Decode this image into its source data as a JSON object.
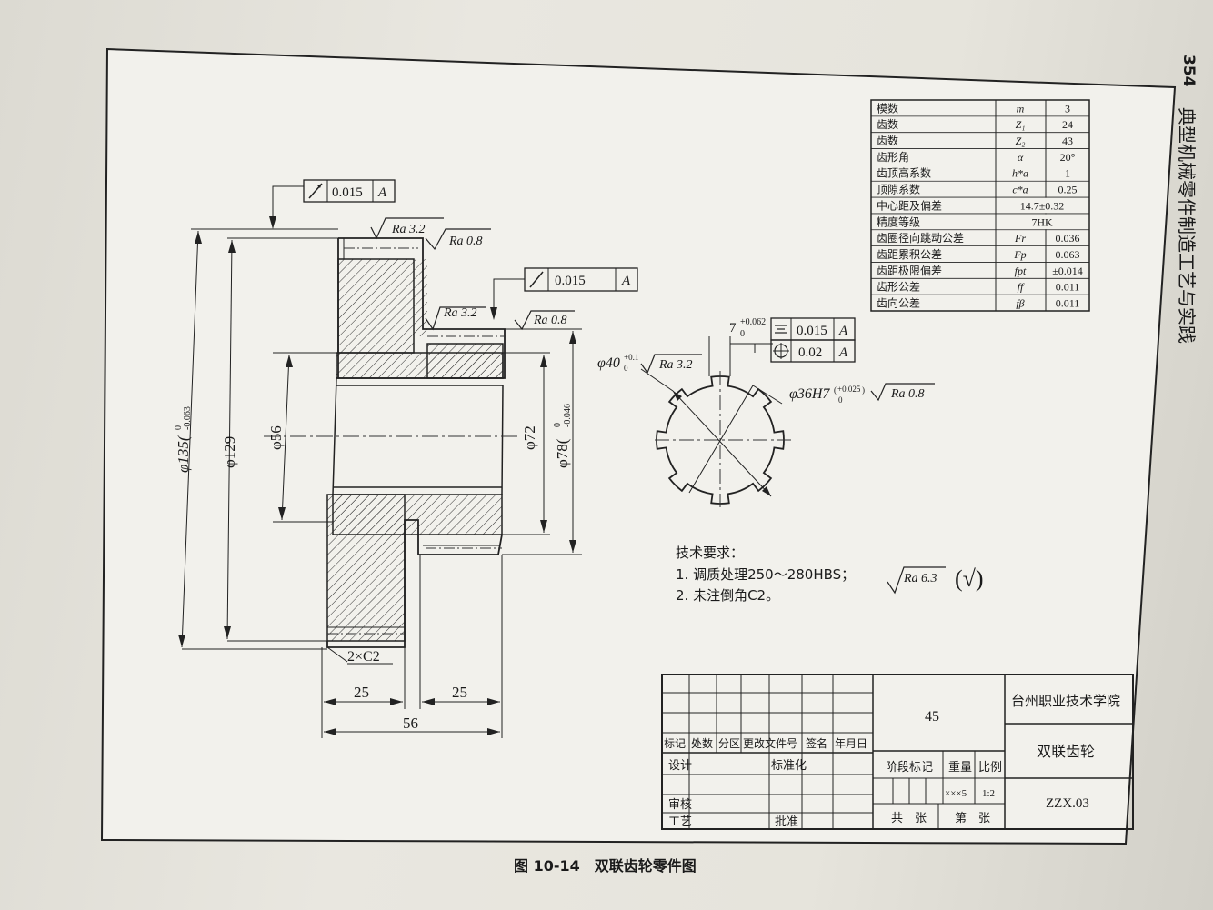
{
  "page": {
    "page_number": "354",
    "running_title": "典型机械零件制造工艺与实践",
    "caption": "图 10-14　双联齿轮零件图"
  },
  "gear_params": [
    {
      "name": "模数",
      "symbol": "m",
      "value": "3"
    },
    {
      "name": "齿数",
      "symbol": "Z₁",
      "value": "24"
    },
    {
      "name": "齿数",
      "symbol": "Z₂",
      "value": "43"
    },
    {
      "name": "齿形角",
      "symbol": "α",
      "value": "20°"
    },
    {
      "name": "齿顶高系数",
      "symbol": "h*a",
      "value": "1"
    },
    {
      "name": "顶隙系数",
      "symbol": "c*a",
      "value": "0.25"
    },
    {
      "name": "中心距及偏差",
      "symbol": "",
      "value": "14.7±0.32"
    },
    {
      "name": "精度等级",
      "symbol": "",
      "value": "7HK"
    },
    {
      "name": "齿圈径向跳动公差",
      "symbol": "Fr",
      "value": "0.036"
    },
    {
      "name": "齿距累积公差",
      "symbol": "Fp",
      "value": "0.063"
    },
    {
      "name": "齿距极限偏差",
      "symbol": "fpt",
      "value": "±0.014"
    },
    {
      "name": "齿形公差",
      "symbol": "ff",
      "value": "0.011"
    },
    {
      "name": "齿向公差",
      "symbol": "fβ",
      "value": "0.011"
    }
  ],
  "annotations": {
    "runout_tol_1": "0.015",
    "runout_tol_2": "0.015",
    "datum": "A",
    "ra_32": "Ra 3.2",
    "ra_08": "Ra 0.8",
    "ra_63": "Ra 6.3",
    "dim_135": "φ135",
    "dim_135_tol_upper": "0",
    "dim_135_tol_lower": "-0.063",
    "dim_129": "φ129",
    "dim_56_dia": "φ56",
    "dim_72": "φ72",
    "dim_78": "φ78",
    "dim_78_tol_upper": "0",
    "dim_78_tol_lower": "-0.046",
    "chamfer": "2×C2",
    "len_25_left": "25",
    "len_25_right": "25",
    "len_56": "56",
    "keyway_width": "7",
    "keyway_tol_upper": "+0.062",
    "keyway_tol_lower": "0",
    "symmetry_tol": "0.015",
    "position_tol": "0.02",
    "dia_40": "φ40",
    "dia_40_tol_upper": "+0.1",
    "dia_40_tol_lower": "0",
    "dia_36": "φ36H7",
    "dia_36_tol_upper": "+0.025",
    "dia_36_tol_lower": "0",
    "check_mark": "(√)"
  },
  "tech_requirements": {
    "title": "技术要求：",
    "items": [
      "1. 调质处理250～280HBS；",
      "2. 未注倒角C2。"
    ]
  },
  "title_block": {
    "material": "45",
    "school": "台州职业技术学院",
    "part_name": "双联齿轮",
    "drawing_no": "ZZX.03",
    "headers": [
      "标记",
      "处数",
      "分区",
      "更改文件号",
      "签名",
      "年月日"
    ],
    "design": "设计",
    "standardize": "标准化",
    "review": "审核",
    "process": "工艺",
    "approve": "批准",
    "stage_mark": "阶段标记",
    "weight": "重量",
    "ratio_label": "比例",
    "ratio": "1:2",
    "weight_value": "×××5",
    "total_sheets": "共　张",
    "sheet_no": "第　张"
  }
}
